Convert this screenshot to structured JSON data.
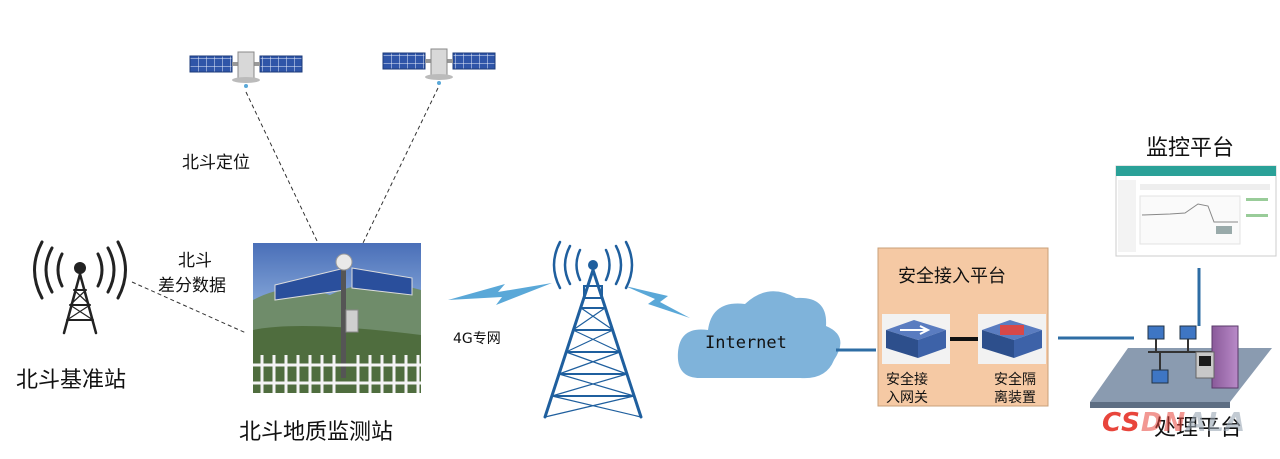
{
  "labels": {
    "beidou_positioning": "北斗定位",
    "beidou_diff_line1": "北斗",
    "beidou_diff_line2": "差分数据",
    "reference_station": "北斗基准站",
    "geo_station": "北斗地质监测站",
    "network_4g": "4G专网",
    "internet": "Internet",
    "security_platform": "安全接入平台",
    "gateway_line1": "安全接",
    "gateway_line2": "入网关",
    "isolation_line1": "安全隔",
    "isolation_line2": "离装置",
    "monitor_platform": "监控平台",
    "processing_platform": "处理平台"
  },
  "watermark": {
    "part1": "CS",
    "part2": "DN",
    "part3": "ALA"
  },
  "colors": {
    "line_blue": "#2e6da4",
    "lightning_blue": "#5aa8d8",
    "cloud_blue": "#7fb3da",
    "tower_blue": "#1f5f9e",
    "box_fill": "#f5c9a4",
    "box_border": "#c9a079",
    "device_blue": "#2d4f8c",
    "watermark_red": "#e8453c",
    "watermark_grey": "#9aa7b5"
  }
}
